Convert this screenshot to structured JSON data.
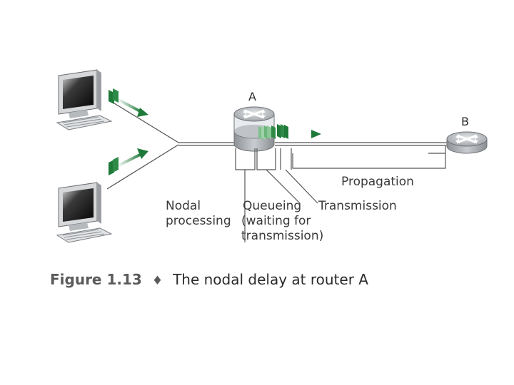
{
  "routers": {
    "a": {
      "label": "A"
    },
    "b": {
      "label": "B"
    }
  },
  "labels": {
    "nodal": [
      "Nodal",
      "processing"
    ],
    "queueing": [
      "Queueing",
      "(waiting for",
      "transmission)"
    ],
    "transmission": "Transmission",
    "propagation": "Propagation"
  },
  "caption": {
    "figure": "Figure 1.13",
    "separator": "♦",
    "text": "The nodal delay at router A"
  },
  "colors": {
    "packet": "#1f7a3a",
    "packet_light": "#7ec08c",
    "line": "#555555",
    "router": "#a9adb1"
  }
}
